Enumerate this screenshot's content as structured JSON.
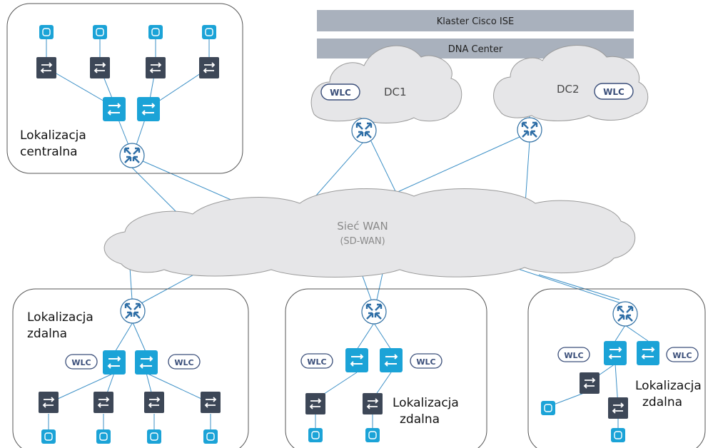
{
  "colors": {
    "cloud_fill": "#e6e6e8",
    "cloud_stroke": "#9a9a9a",
    "bar_fill": "#a9b1bd",
    "dark_switch": "#3d4757",
    "blue_switch": "#1ba3d7",
    "endpoint": "#1ba3d7",
    "link": "#3b8fc6",
    "wlc_stroke": "#3b4f7a",
    "site_border": "#555555"
  },
  "bars": {
    "ise": "Klaster Cisco ISE",
    "dna": "DNA Center"
  },
  "clouds": {
    "dc1": "DC1",
    "dc2": "DC2",
    "wan_line1": "Sieć WAN",
    "wan_line2": "(SD-WAN)"
  },
  "wlc": "WLC",
  "sites": {
    "central_line1": "Lokalizacja",
    "central_line2": "centralna",
    "remote1_line1": "Lokalizacja",
    "remote1_line2": "zdalna",
    "remote2_line1": "Lokalizacja",
    "remote2_line2": "zdalna",
    "remote3_line1": "Lokalizacja",
    "remote3_line2": "zdalna"
  },
  "icons": {
    "router": "router-icon",
    "access_switch": "access-switch-icon",
    "distribution_switch": "distribution-switch-icon",
    "endpoint": "access-point-icon"
  }
}
